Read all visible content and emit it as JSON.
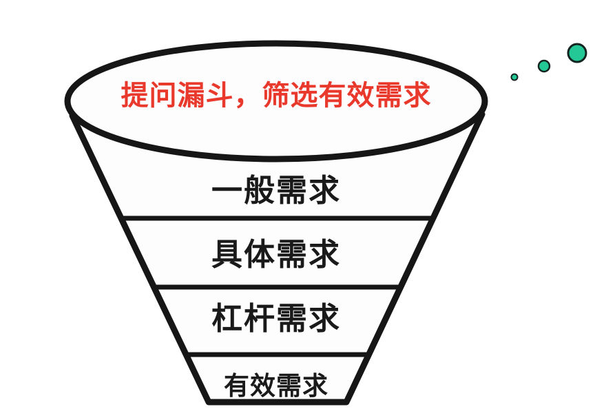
{
  "page": {
    "background_color": "#ffffff"
  },
  "diagram": {
    "type": "funnel",
    "title": {
      "text": "提问漏斗，筛选有效需求",
      "color": "#e8392c"
    },
    "tiers": [
      {
        "label": "一般需求"
      },
      {
        "label": "具体需求"
      },
      {
        "label": "杠杆需求"
      },
      {
        "label": "有效需求"
      }
    ],
    "outline_color": "#161616",
    "fill_color": "#fdfdfe",
    "label_color": "#1a1a1a"
  },
  "decoration": {
    "dot_color": "#23c896",
    "dot_outline_color": "#142420",
    "dot_count": "3"
  }
}
